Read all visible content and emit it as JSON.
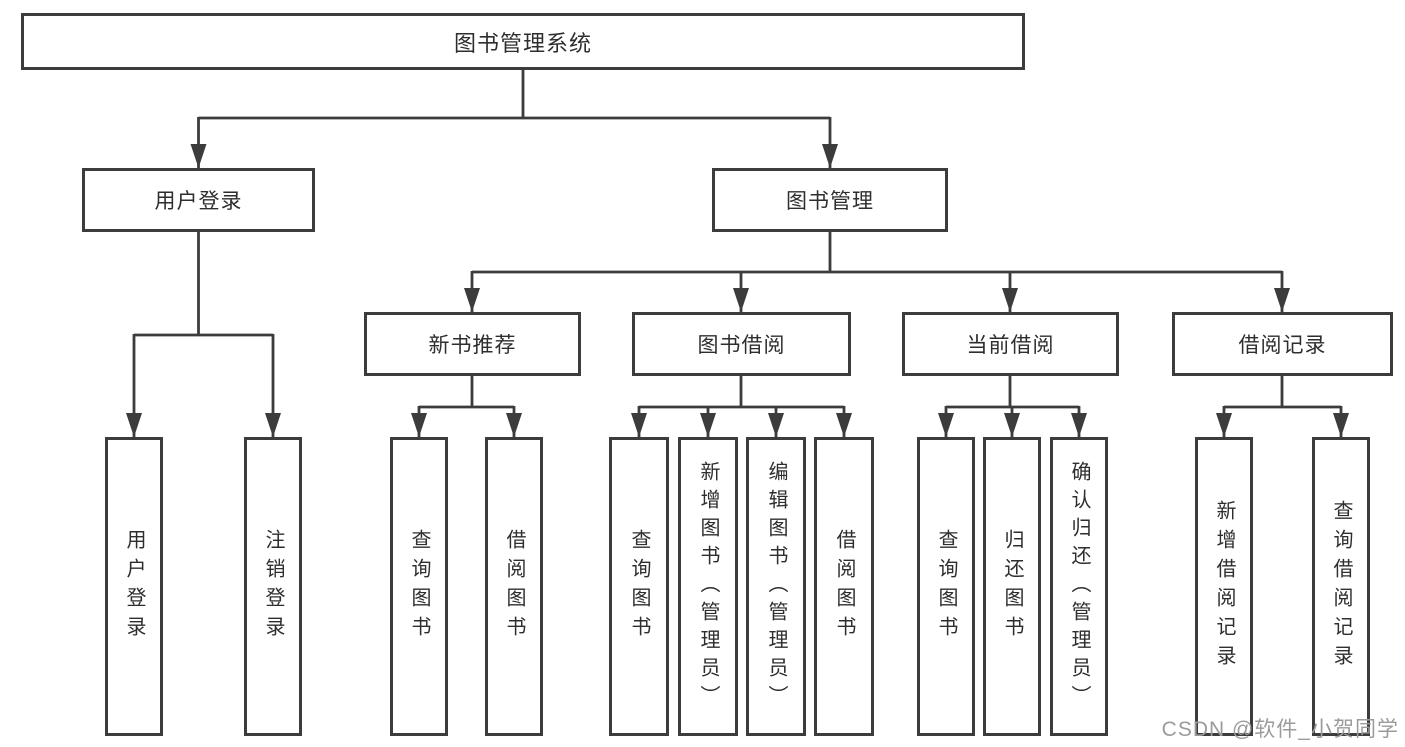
{
  "diagram": {
    "title": "图书管理系统",
    "level1": [
      {
        "label": "用户登录"
      },
      {
        "label": "图书管理"
      }
    ],
    "level2": [
      {
        "label": "新书推荐",
        "parent": "图书管理"
      },
      {
        "label": "图书借阅",
        "parent": "图书管理"
      },
      {
        "label": "当前借阅",
        "parent": "图书管理"
      },
      {
        "label": "借阅记录",
        "parent": "图书管理"
      }
    ],
    "leaves": [
      {
        "label": "用户登录",
        "parent": "用户登录"
      },
      {
        "label": "注销登录",
        "parent": "用户登录"
      },
      {
        "label": "查询图书",
        "parent": "新书推荐"
      },
      {
        "label": "借阅图书",
        "parent": "新书推荐"
      },
      {
        "label": "查询图书",
        "parent": "图书借阅"
      },
      {
        "label": "新增图书（管理员）",
        "parent": "图书借阅"
      },
      {
        "label": "编辑图书（管理员）",
        "parent": "图书借阅"
      },
      {
        "label": "借阅图书",
        "parent": "图书借阅"
      },
      {
        "label": "查询图书",
        "parent": "当前借阅"
      },
      {
        "label": "归还图书",
        "parent": "当前借阅"
      },
      {
        "label": "确认归还（管理员）",
        "parent": "当前借阅"
      },
      {
        "label": "新增借阅记录",
        "parent": "借阅记录"
      },
      {
        "label": "查询借阅记录",
        "parent": "借阅记录"
      }
    ]
  },
  "watermark": "CSDN @软件_小贺同学",
  "colors": {
    "line": "#3c3c3c",
    "text": "#2e2e2e",
    "background": "#ffffff",
    "watermark": "#9b9b9b"
  }
}
